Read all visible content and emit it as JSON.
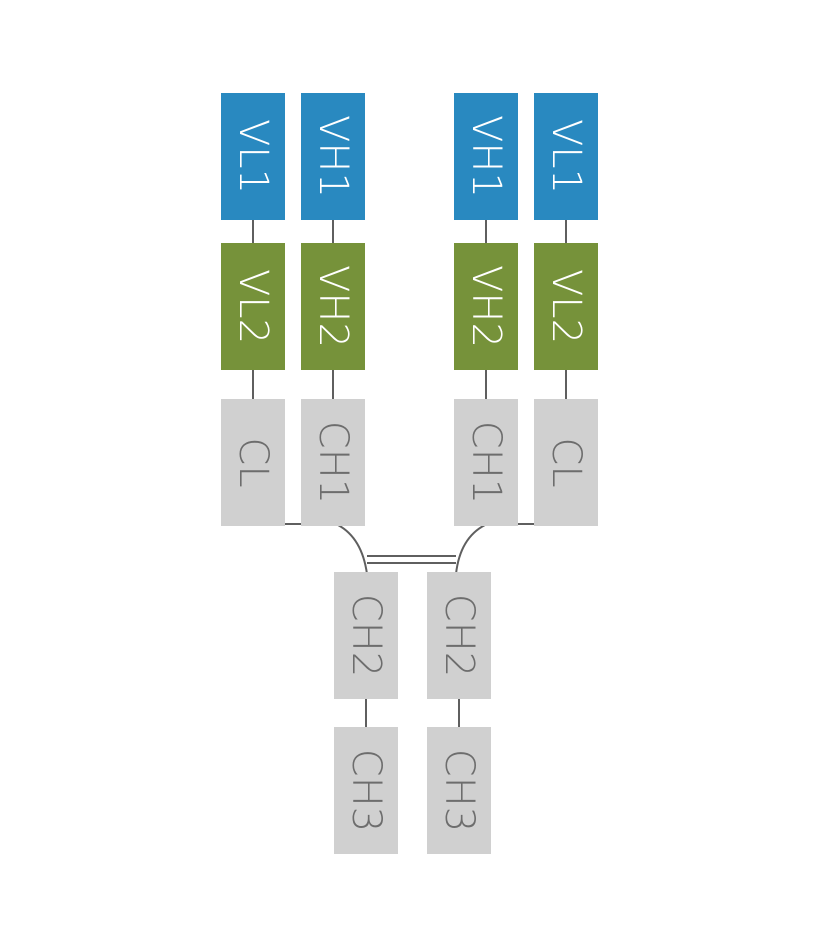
{
  "colors": {
    "variable_heavy_light_1": "#2989c0",
    "variable_2": "#76923a",
    "constant": "#d0d0d0",
    "constant_text": "#6d6d6d",
    "variable_text": "#ffffff",
    "connector": "#5f5f5f"
  },
  "fab_arms": [
    {
      "id": "left-fab-arm",
      "light_chain": [
        "VL1",
        "VL2",
        "CL"
      ],
      "heavy_chain": [
        "VH1",
        "VH2",
        "CH1"
      ]
    },
    {
      "id": "right-fab-arm",
      "light_chain": [
        "VL1",
        "VL2",
        "CL"
      ],
      "heavy_chain": [
        "VH1",
        "VH2",
        "CH1"
      ]
    }
  ],
  "fc_region": {
    "left_heavy": [
      "CH2",
      "CH3"
    ],
    "right_heavy": [
      "CH2",
      "CH3"
    ]
  }
}
